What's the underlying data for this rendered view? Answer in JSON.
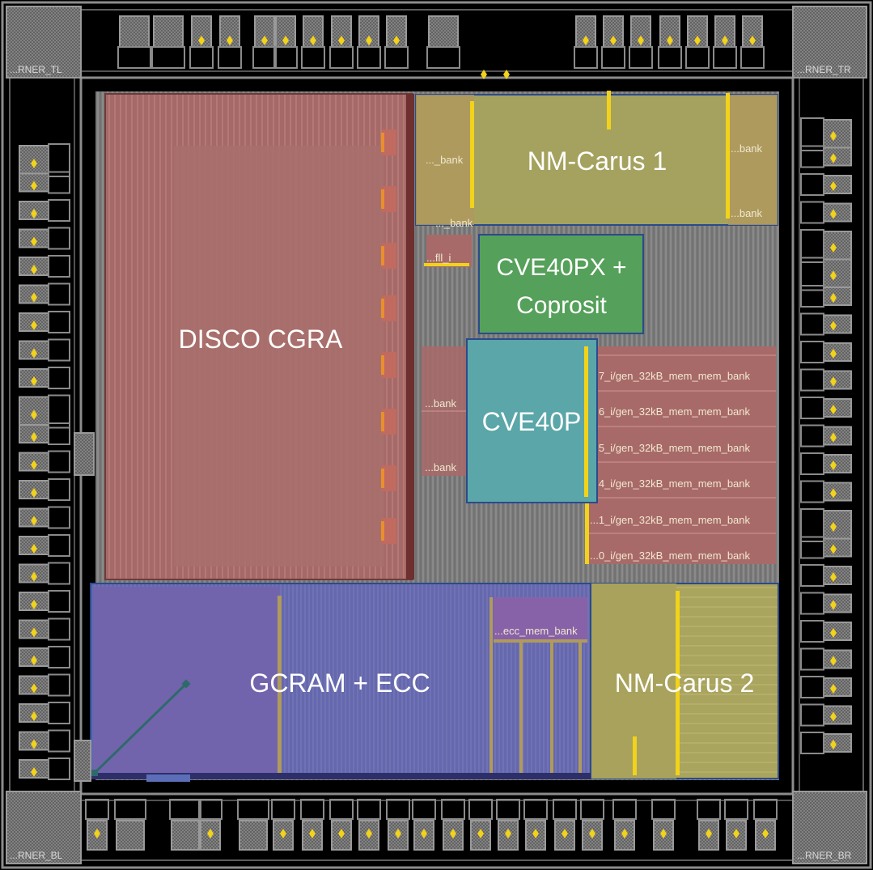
{
  "diagram": {
    "corners": {
      "tl": "...RNER_TL",
      "tr": "...RNER_TR",
      "bl": "...RNER_BL",
      "br": "...RNER_BR"
    },
    "regions": {
      "disco": {
        "label": "DISCO CGRA",
        "color": "#a86a68"
      },
      "nmcarus1": {
        "label": "NM-Carus 1",
        "color": "#a5a25f"
      },
      "cve40px_line1": "CVE40PX +",
      "cve40px_line2": "Coprosit",
      "cve40px_color": "#55a05a",
      "cve40p": {
        "label": "CVE40P",
        "color": "#5aa6a8"
      },
      "gcram": {
        "label": "GCRAM + ECC",
        "color": "#6566ab"
      },
      "nmcarus2": {
        "label": "NM-Carus 2",
        "color": "#a9a45e"
      }
    },
    "macro_labels": {
      "carus1_bank_left": "..._bank",
      "carus1_bank_right_top": "...bank",
      "carus1_bank_right_bottom": "...bank",
      "carus1_bank_bottom": "..._bank",
      "fll": "...fll_i",
      "cve40p_bank_top": "...bank",
      "cve40p_bank_bottom": "...bank",
      "ecc_bank": "...ecc_mem_bank",
      "mem_banks": [
        "...7_i/gen_32kB_mem_mem_bank",
        "...6_i/gen_32kB_mem_mem_bank",
        "...5_i/gen_32kB_mem_mem_bank",
        "...4_i/gen_32kB_mem_mem_bank",
        "...1_i/gen_32kB_mem_mem_bank",
        "...0_i/gen_32kB_mem_mem_bank"
      ]
    },
    "colors": {
      "background": "#000000",
      "pad_ring": "#8c8c8c",
      "die_core": "#7a7a7a",
      "pin_marker": "#f2d21a",
      "outline": "#2b4a8c"
    }
  }
}
